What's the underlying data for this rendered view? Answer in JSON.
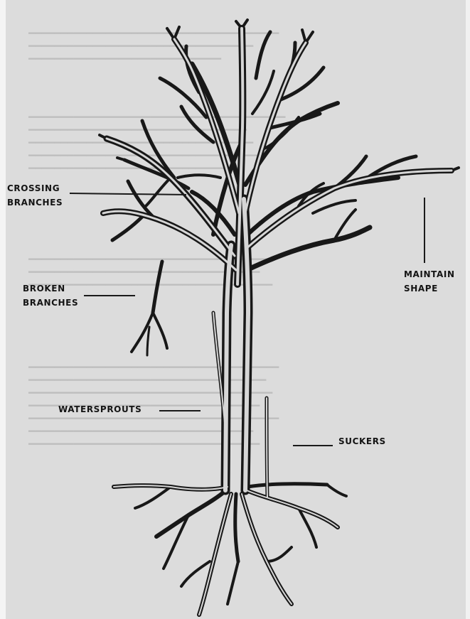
{
  "labels": {
    "crossing_line1": "CROSSING",
    "crossing_line2": "BRANCHES",
    "broken_line1": "BROKEN",
    "broken_line2": "BRANCHES",
    "maintain_line1": "MAINTAIN",
    "maintain_line2": "SHAPE",
    "watersprouts": "WATERSPROUTS",
    "suckers": "SUCKERS"
  }
}
